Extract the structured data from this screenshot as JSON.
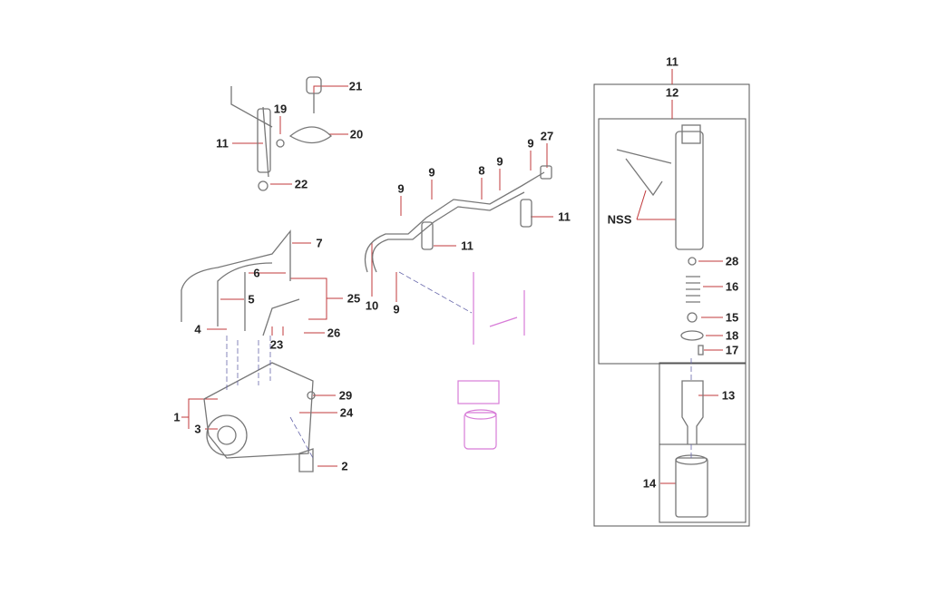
{
  "callouts": [
    "21",
    "19",
    "20",
    "11",
    "22",
    "27",
    "9",
    "9",
    "8",
    "9",
    "9",
    "11",
    "11",
    "10",
    "9",
    "7",
    "6",
    "5",
    "25",
    "4",
    "26",
    "23",
    "29",
    "1",
    "24",
    "3",
    "2",
    "11",
    "12",
    "NSS",
    "28",
    "16",
    "15",
    "18",
    "17",
    "13",
    "14"
  ],
  "colors": {
    "leader": "#c0393b",
    "part": "#777777",
    "pink": "#d77bd7",
    "box": "#555555"
  }
}
